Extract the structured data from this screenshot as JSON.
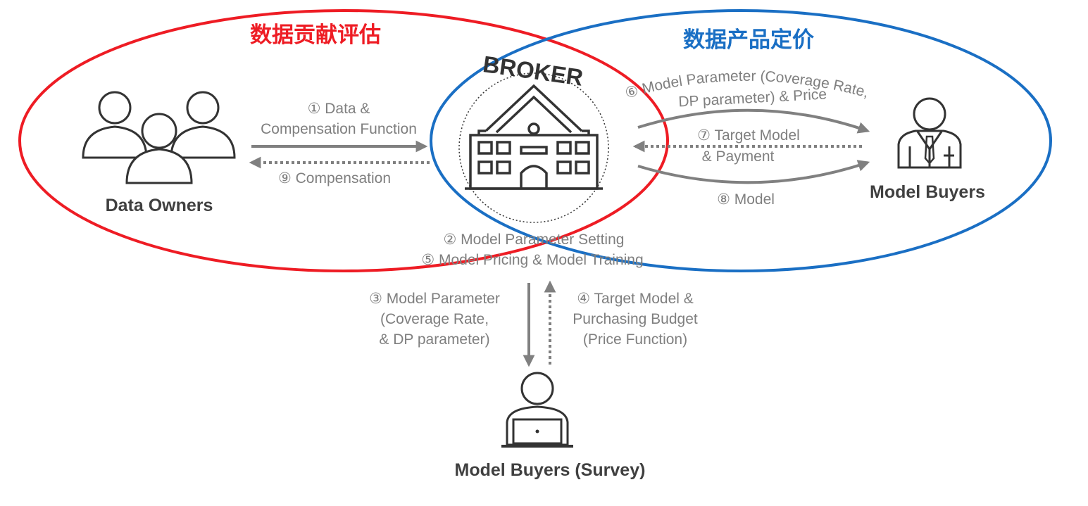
{
  "regions": {
    "left": {
      "title": "数据贡献评估",
      "color": "#ee1c24"
    },
    "right": {
      "title": "数据产品定价",
      "color": "#1a6fc4"
    }
  },
  "broker": {
    "label": "BROKER",
    "icon": "building-icon"
  },
  "actors": {
    "data_owners": {
      "label": "Data Owners",
      "icon": "people-group-icon"
    },
    "model_buyers": {
      "label": "Model Buyers",
      "icon": "businessman-icon"
    },
    "survey_buyers": {
      "label": "Model Buyers (Survey)",
      "icon": "laptop-user-icon"
    }
  },
  "flows": {
    "f1": {
      "line1": "① Data &",
      "line2": "Compensation Function"
    },
    "f9": {
      "label": "⑨ Compensation"
    },
    "f2": {
      "label": "② Model Parameter Setting"
    },
    "f5": {
      "label": "⑤ Model Pricing & Model Training"
    },
    "f3": {
      "line1": "③ Model Parameter",
      "line2": "(Coverage Rate,",
      "line3": "& DP parameter)"
    },
    "f4": {
      "line1": "④ Target Model &",
      "line2": "Purchasing Budget",
      "line3": "(Price Function)"
    },
    "f6": {
      "line1": "⑥ Model Parameter (Coverage Rate,",
      "line2": "DP parameter) & Price"
    },
    "f7": {
      "line1": "⑦ Target Model",
      "line2": "& Payment"
    },
    "f8": {
      "label": "⑧ Model"
    }
  },
  "colors": {
    "arrow": "#808080",
    "icon": "#333333",
    "label_gray": "#7f7f7f"
  }
}
